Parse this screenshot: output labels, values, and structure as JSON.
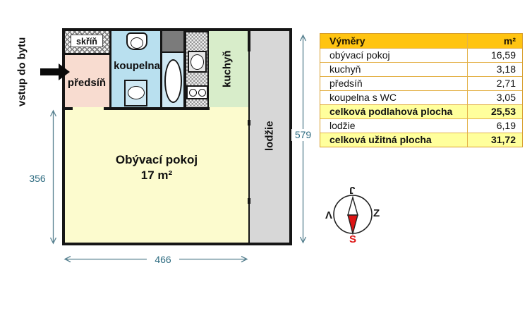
{
  "plan": {
    "entrance": "vstup do bytu",
    "closet": "skříň",
    "hallway": "předsíň",
    "bathroom": "koupelna",
    "kitchen": "kuchyň",
    "living_room_name": "Obývací pokoj",
    "living_room_area": "17 m²",
    "loggia": "lodžie",
    "dim_left": "356",
    "dim_bottom": "466",
    "dim_right": "579",
    "colors": {
      "hallway": "#f8dcd0",
      "bathroom": "#b9e0ef",
      "bathtub_zone": "#cfe8f3",
      "kitchen": "#d8edca",
      "living_room": "#fcfbce",
      "loggia": "#d7d7d7",
      "shaft": "#7b7b7b",
      "wall": "#151515",
      "dimension": "#2d6b80"
    }
  },
  "table": {
    "title": "Výměry",
    "unit": "m²",
    "rows": [
      {
        "label": "obývací pokoj",
        "value": "16,59"
      },
      {
        "label": "kuchyň",
        "value": "3,18"
      },
      {
        "label": "předsíň",
        "value": "2,71"
      },
      {
        "label": "koupelna s WC",
        "value": "3,05"
      },
      {
        "label": "celková podlahová plocha",
        "value": "25,53"
      },
      {
        "label": "lodžie",
        "value": "6,19"
      },
      {
        "label": "celková užitná plocha",
        "value": "31,72"
      }
    ],
    "colors": {
      "header_bg": "#ffc411",
      "highlight_bg": "#ffff9c",
      "border": "#d89e2b"
    }
  },
  "compass": {
    "top": "J",
    "left": "V",
    "right": "Z",
    "bottom": "S",
    "needle_color": "#dd1414"
  }
}
